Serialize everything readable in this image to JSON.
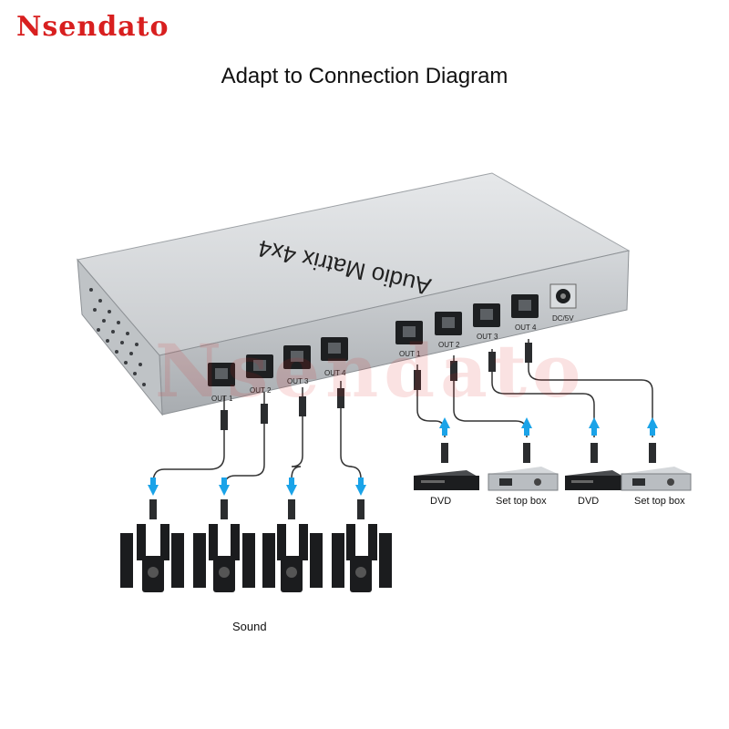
{
  "brand": "Nsendato",
  "title": "Adapt to Connection Diagram",
  "watermark": "Nsendato",
  "device": {
    "name": "Audio Matrix 4x4",
    "power_port": "DC/5V",
    "left_ports": [
      "OUT 1",
      "OUT 2",
      "OUT 3",
      "OUT 4"
    ],
    "right_ports": [
      "OUT 1",
      "OUT 2",
      "OUT 3",
      "OUT 4"
    ]
  },
  "sources": [
    "DVD",
    "Set top box",
    "DVD",
    "Set top box"
  ],
  "sound_label": "Sound",
  "colors": {
    "brand": "#d81f1f",
    "arrow": "#1aa3e8",
    "chassis": "#c9cccf"
  }
}
